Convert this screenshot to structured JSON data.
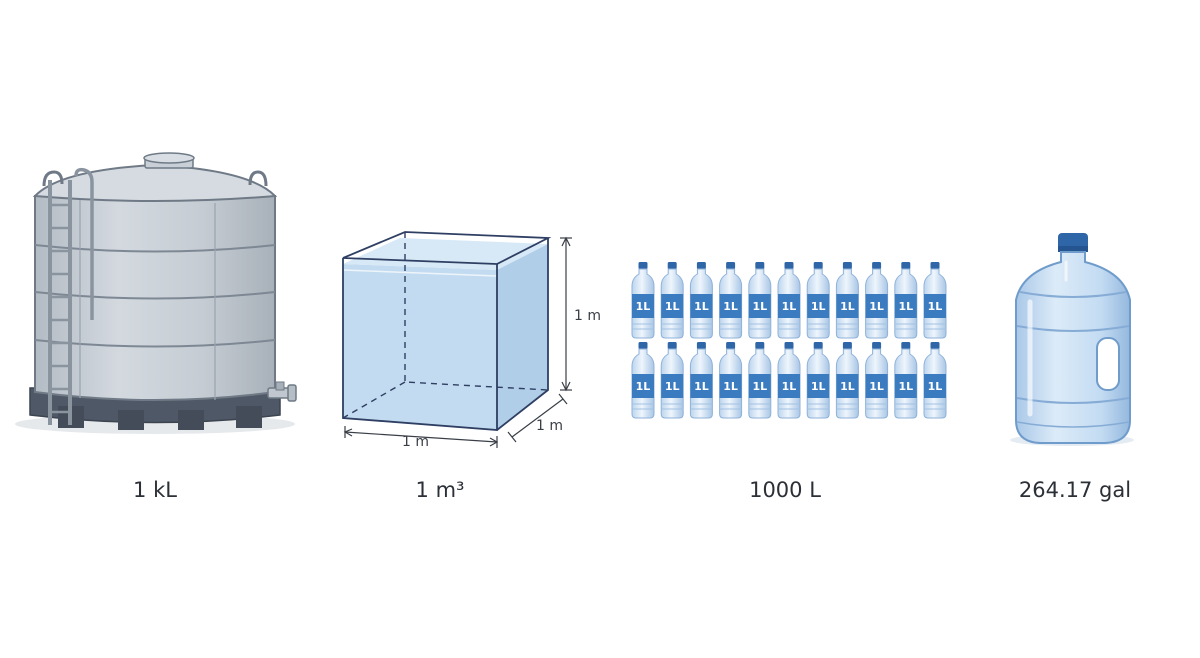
{
  "items": [
    {
      "id": "tank",
      "icon": "storage-tank-icon",
      "caption": "1 kL"
    },
    {
      "id": "cube",
      "icon": "cubic-meter-box-icon",
      "caption": "1 m³",
      "dimensions": {
        "height": "1 m",
        "width": "1 m",
        "depth": "1 m"
      }
    },
    {
      "id": "bottles",
      "icon": "water-bottles-icon",
      "caption": "1000 L",
      "bottle_label": "1L",
      "rows": 2,
      "columns": 11
    },
    {
      "id": "jug",
      "icon": "water-jug-icon",
      "caption": "264.17 gal"
    }
  ],
  "colors": {
    "tank_body": "#c4cbd3",
    "tank_stroke": "#6f7a86",
    "water": "#bcd7ee",
    "cube_edge": "#2e3f63",
    "bottle_blue": "#3b7bc0",
    "bottle_cap": "#2f66a8",
    "jug": "#c9def4",
    "caption": "#2b2f36"
  }
}
